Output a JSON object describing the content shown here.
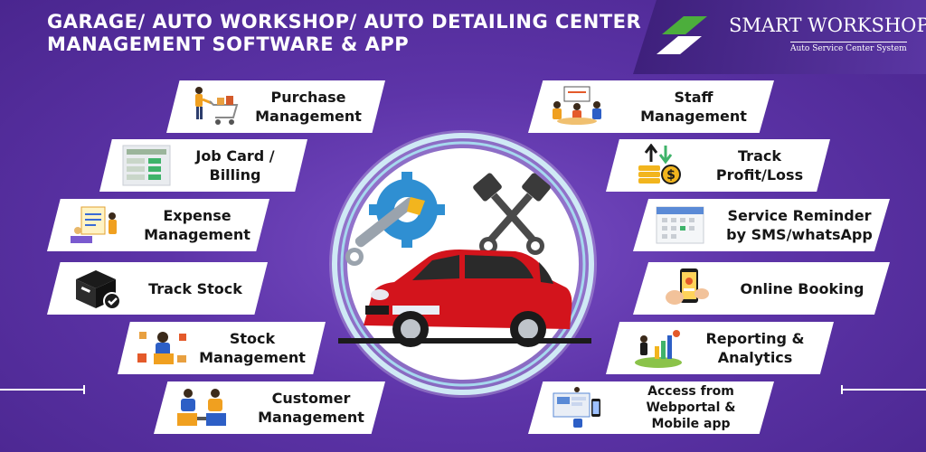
{
  "title": {
    "line1": "GARAGE/ AUTO WORKSHOP/ AUTO DETAILING CENTER",
    "line2": "MANAGEMENT SOFTWARE & APP"
  },
  "brand": {
    "name": "SMART WORKSHOP",
    "tagline": "Auto Service Center System",
    "colors": {
      "green": "#4cae3c",
      "white": "#ffffff"
    }
  },
  "left_features": [
    {
      "label": "Purchase Management",
      "icon": "shopping-cart-icon"
    },
    {
      "label": "Job Card / Billing",
      "icon": "invoice-icon"
    },
    {
      "label": "Expense Management",
      "icon": "expense-icon"
    },
    {
      "label": "Track Stock",
      "icon": "box-check-icon"
    },
    {
      "label": "Stock Management",
      "icon": "stock-icon"
    },
    {
      "label": "Customer Management",
      "icon": "customers-icon"
    }
  ],
  "right_features": [
    {
      "label": "Staff Management",
      "icon": "team-meeting-icon"
    },
    {
      "label": "Track Profit/Loss",
      "icon": "coins-arrows-icon"
    },
    {
      "label": "Service Reminder by SMS/whatsApp",
      "icon": "calendar-icon"
    },
    {
      "label": "Online Booking",
      "icon": "phone-booking-icon"
    },
    {
      "label": "Reporting & Analytics",
      "icon": "analytics-icon"
    },
    {
      "label": "Access from Webportal & Mobile app",
      "icon": "web-mobile-icon"
    }
  ],
  "colors": {
    "background": "#5d34a8",
    "card": "#ffffff",
    "car": "#d3141c",
    "gear": "#2f8fd2",
    "text": "#161616"
  }
}
